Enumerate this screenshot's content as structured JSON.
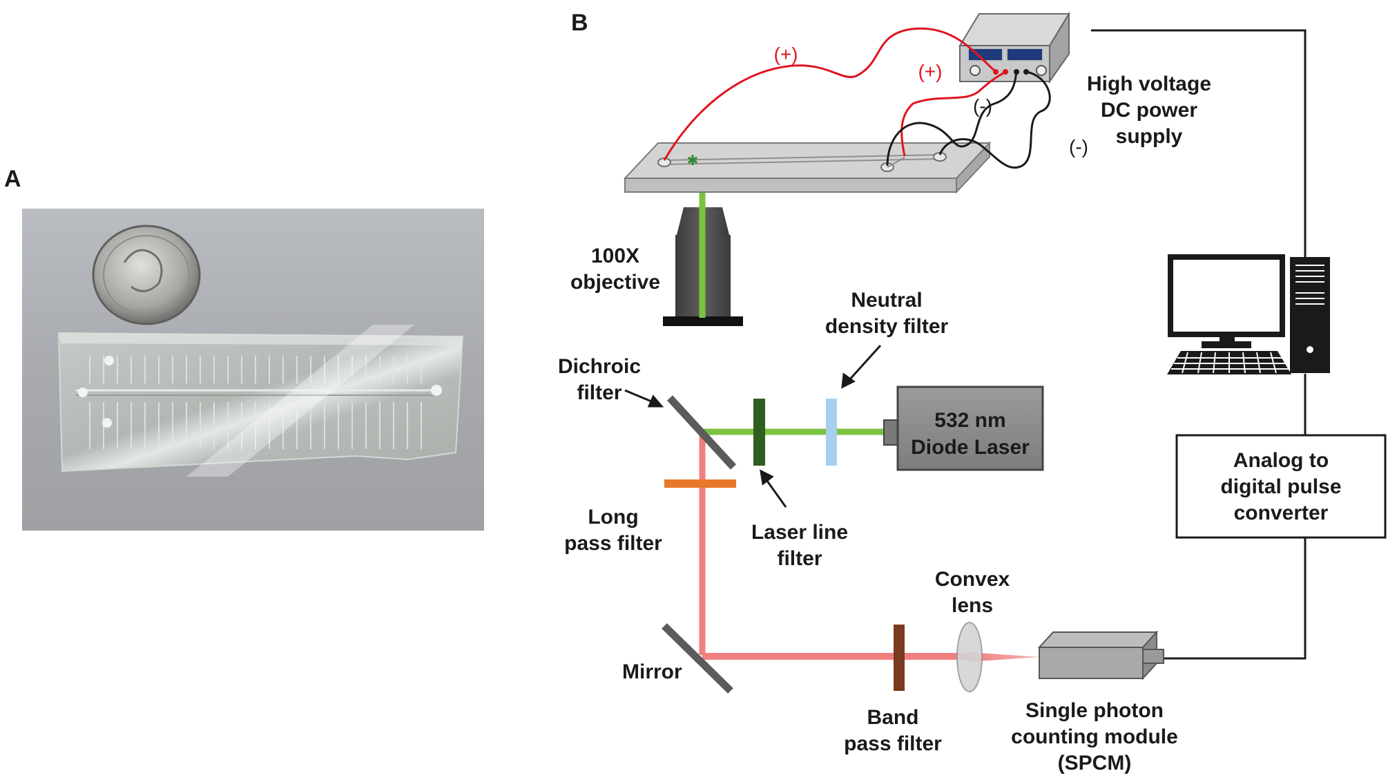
{
  "panels": {
    "a": "A",
    "b": "B"
  },
  "labels": {
    "hv_supply": [
      "High voltage",
      "DC power",
      "supply"
    ],
    "objective": [
      "100X",
      "objective"
    ],
    "nd_filter": [
      "Neutral",
      "density filter"
    ],
    "dichroic": [
      "Dichroic",
      "filter"
    ],
    "laser": [
      "532 nm",
      "Diode Laser"
    ],
    "adc": [
      "Analog to",
      "digital pulse",
      "converter"
    ],
    "long_pass": [
      "Long",
      "pass filter"
    ],
    "laser_line": [
      "Laser line",
      "filter"
    ],
    "convex_lens": [
      "Convex",
      "lens"
    ],
    "mirror": [
      "Mirror"
    ],
    "band_pass": [
      "Band",
      "pass filter"
    ],
    "spcm": [
      "Single photon",
      "counting module",
      "(SPCM)"
    ]
  },
  "polarity": {
    "pos1": "(+)",
    "pos2": "(+)",
    "neg1": "(-)",
    "neg2": "(-)"
  },
  "colors": {
    "green_beam": "#7cc242",
    "red_beam": "#f08080",
    "positive_wire": "#e0141e",
    "negative_wire": "#1a1a1a",
    "laser_line_filter": "#2f5e1e",
    "nd_filter": "#a9cfee",
    "long_pass": "#e8782a",
    "band_pass": "#7a3a1e"
  }
}
